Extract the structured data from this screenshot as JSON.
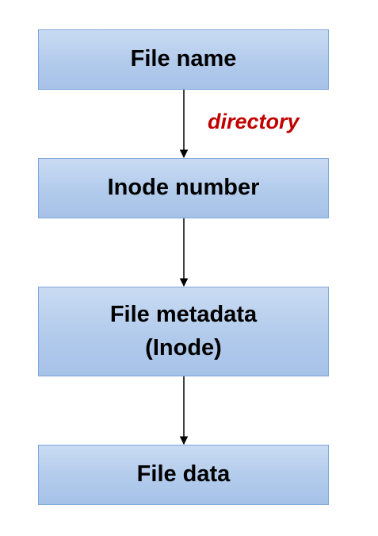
{
  "flow": {
    "file_name": "File name",
    "annotation": "directory",
    "inode_number": "Inode number",
    "metadata_line1": "File metadata",
    "metadata_line2": "(Inode)",
    "file_data": "File data"
  },
  "colors": {
    "box_fill": "#b2cbec",
    "box_border": "#7ea6dc",
    "annotation": "#c00000",
    "arrow": "#000000"
  }
}
